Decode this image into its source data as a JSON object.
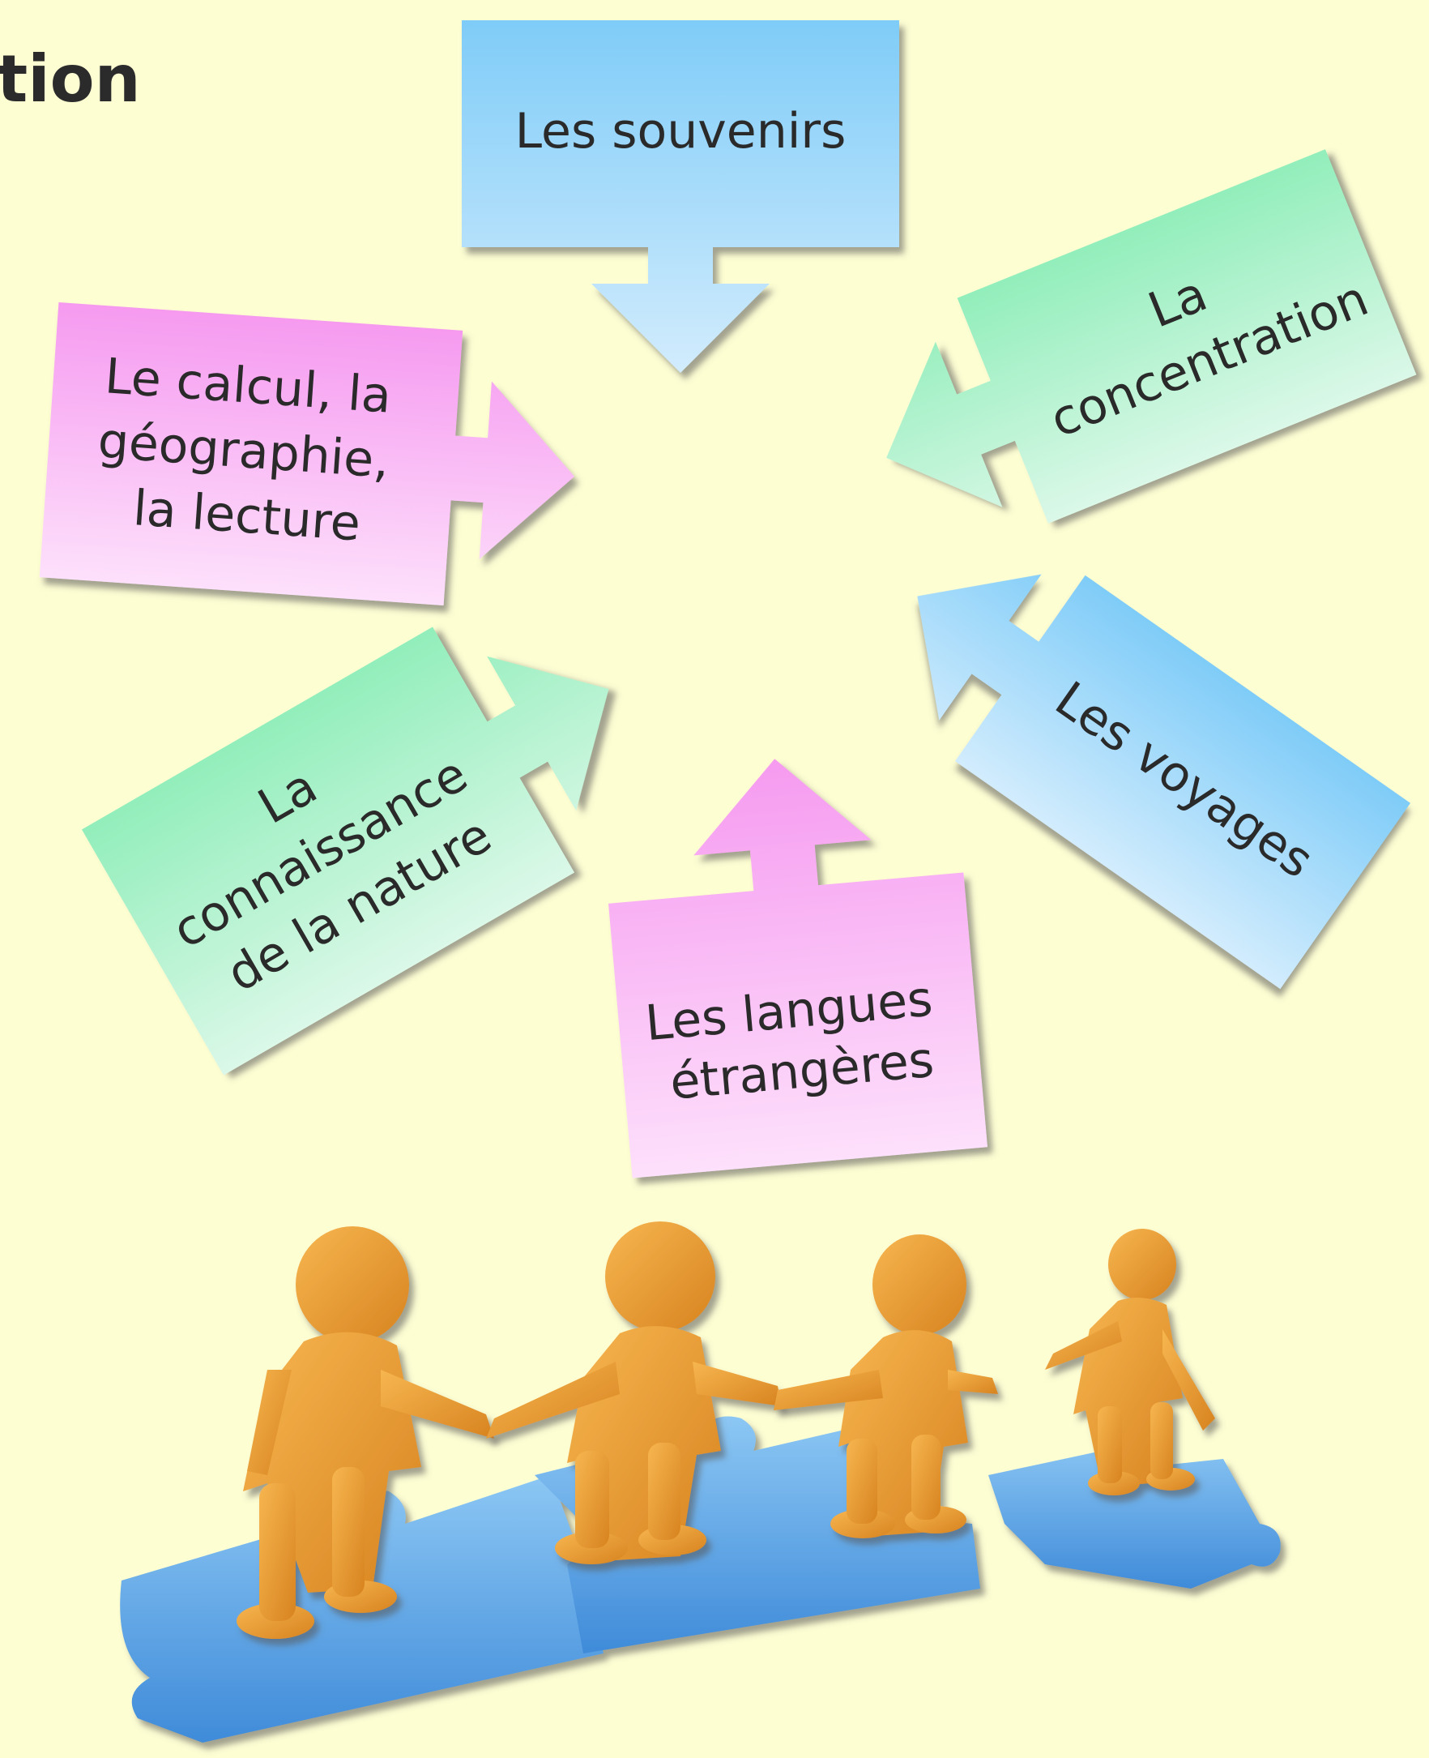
{
  "heading": "tion",
  "callouts": [
    {
      "id": "souvenirs",
      "lines": [
        "Les souvenirs"
      ],
      "color": "blue"
    },
    {
      "id": "concentration",
      "lines": [
        "La",
        "concentration"
      ],
      "color": "green"
    },
    {
      "id": "calcul",
      "lines": [
        "Le calcul, la",
        "géographie,",
        "la lecture"
      ],
      "color": "pink"
    },
    {
      "id": "connaissance",
      "lines": [
        "La",
        "connaissance",
        "de la nature"
      ],
      "color": "green"
    },
    {
      "id": "voyages",
      "lines": [
        "Les voyages"
      ],
      "color": "blue"
    },
    {
      "id": "langues",
      "lines": [
        "Les langues",
        "étrangères"
      ],
      "color": "pink"
    }
  ],
  "colors": {
    "background": "#fefed3",
    "blue": [
      "#7fccf8",
      "#d2ecfd"
    ],
    "green": [
      "#92eebb",
      "#dbf8e8"
    ],
    "pink": [
      "#f69af0",
      "#fde0fb"
    ],
    "figure": "#f0a03a",
    "puzzle": "#5ea7e8"
  },
  "illustration": "people-on-puzzle-pieces"
}
